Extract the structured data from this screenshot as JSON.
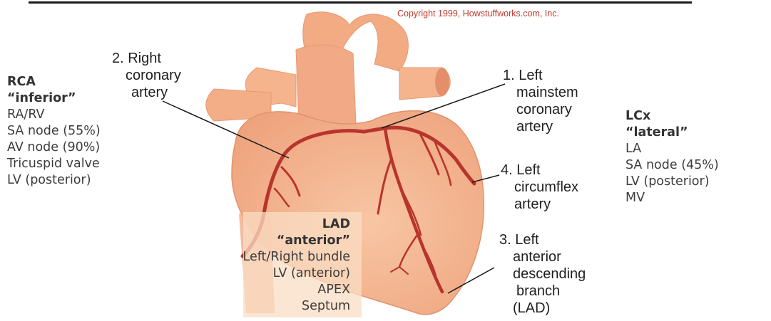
{
  "copyright": "Copyright 1999, Howstuffworks.com, Inc.",
  "numbered_labels": {
    "right_coronary": [
      "2. Right",
      "coronary",
      "artery"
    ],
    "left_mainstem": [
      "1. Left",
      "mainstem",
      "coronary",
      "artery"
    ],
    "left_circumflex": [
      "4. Left",
      "circumflex",
      "artery"
    ],
    "left_anterior_descending": [
      "3. Left",
      "anterior",
      "descending",
      "branch",
      "(LAD)"
    ]
  },
  "territories": {
    "rca": {
      "title": "RCA",
      "subtitle": "“inferior”",
      "items": [
        "RA/RV",
        "SA node (55%)",
        "AV node (90%)",
        "Tricuspid valve",
        "LV (posterior)"
      ]
    },
    "lcx": {
      "title": "LCx",
      "subtitle": "“lateral”",
      "items": [
        "LA",
        "SA node (45%)",
        "LV (posterior)",
        "MV"
      ]
    },
    "lad": {
      "title": "LAD",
      "subtitle": "“anterior”",
      "items": [
        "Left/Right bundle",
        "LV (anterior)",
        "APEX",
        "Septum"
      ]
    }
  },
  "colors": {
    "heart_fill": "#f5b48e",
    "heart_shade": "#ee9f78",
    "artery": "#b8342c",
    "leader_line": "#1a1a1a",
    "copyright": "#c0392b"
  },
  "icons": [
    "heart-illustration"
  ]
}
